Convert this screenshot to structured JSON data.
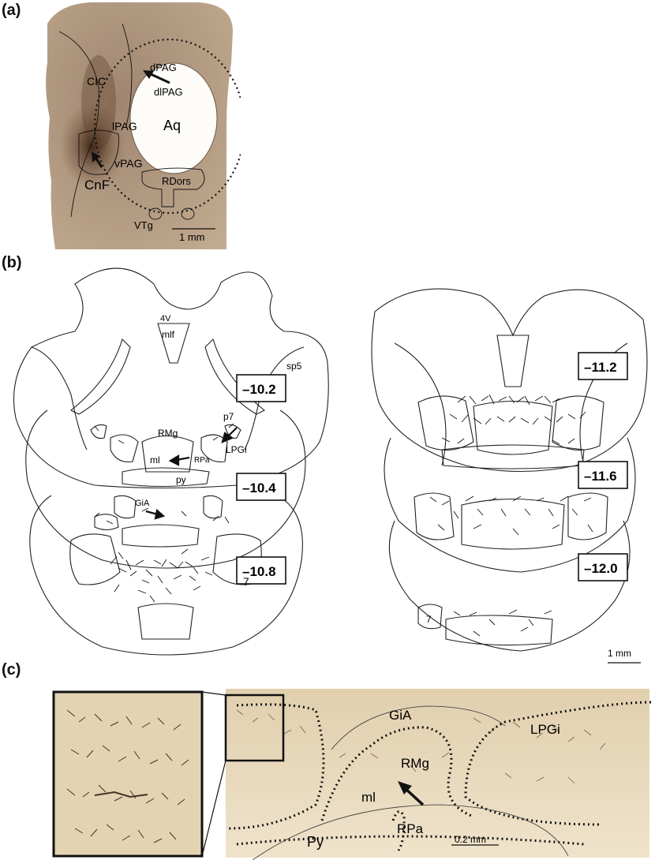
{
  "panel_a": {
    "label": "(a)",
    "regions": {
      "CIC": "CIC",
      "dPAG": "dPAG",
      "dlPAG": "dlPAG",
      "lPAG": "lPAG",
      "Aq": "Aq",
      "vPAG": "vPAG",
      "CnF": "CnF",
      "RDors": "RDors",
      "VTg": "VTg"
    },
    "scale": "1 mm"
  },
  "panel_b": {
    "label": "(b)",
    "region_labels": {
      "4V": "4V",
      "mlf": "mlf",
      "sp5": "sp5",
      "p7": "p7",
      "RMg": "RMg",
      "LPGi": "LPGi",
      "ml": "ml",
      "RPa": "RPa",
      "py": "py",
      "GiA": "GiA",
      "seven_left": "7",
      "seven_right": "7"
    },
    "section_levels": [
      "–10.2",
      "–10.4",
      "–10.8",
      "–11.2",
      "–11.6",
      "–12.0"
    ],
    "scale": "1 mm"
  },
  "panel_c": {
    "label": "(c)",
    "regions": {
      "GiA": "GiA",
      "LPGi": "LPGi",
      "RMg": "RMg",
      "ml": "ml",
      "RPa": "RPa",
      "Py": "Py"
    },
    "scale": "0.2 mm"
  }
}
